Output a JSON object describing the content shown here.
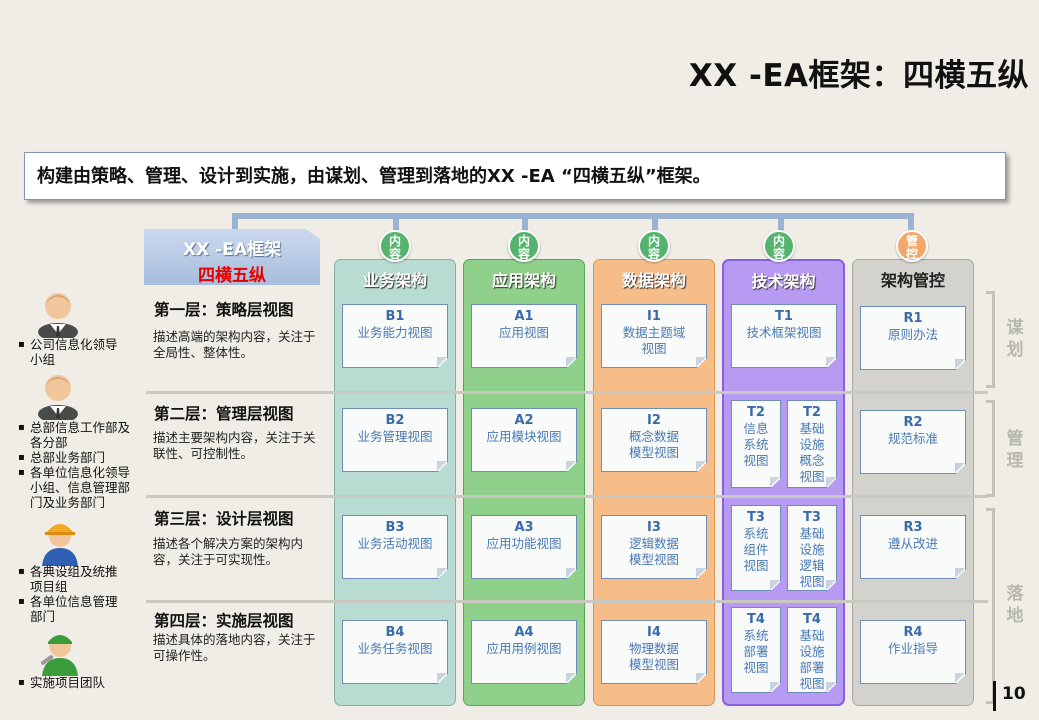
{
  "title": "XX -EA框架：四横五纵",
  "banner": "构建由策略、管理、设计到实施，由谋划、管理到落地的XX -EA “四横五纵”框架。",
  "header": {
    "line1": "XX -EA框架",
    "line2": "四横五纵"
  },
  "columns": [
    {
      "title": "业务架构",
      "badge": [
        "内",
        "容"
      ]
    },
    {
      "title": "应用架构",
      "badge": [
        "内",
        "容"
      ]
    },
    {
      "title": "数据架构",
      "badge": [
        "内",
        "容"
      ]
    },
    {
      "title": "技术架构",
      "badge": [
        "内",
        "容"
      ]
    },
    {
      "title": "架构管控",
      "badge": [
        "管",
        "控"
      ]
    }
  ],
  "layers": [
    {
      "title": "第一层：策略层视图",
      "desc": "描述高端的架构内容，关注于全局性、整体性。"
    },
    {
      "title": "第二层：管理层视图",
      "desc": "描述主要架构内容，关注于关联性、可控制性。"
    },
    {
      "title": "第三层：设计层视图",
      "desc": "描述各个解决方案的架构内容，关注于可实现性。"
    },
    {
      "title": "第四层：实施层视图",
      "desc": "描述具体的落地内容，关注于可操作性。"
    }
  ],
  "cells": {
    "B1": {
      "code": "B1",
      "name": [
        "业务能力视图"
      ]
    },
    "B2": {
      "code": "B2",
      "name": [
        "业务管理视图"
      ]
    },
    "B3": {
      "code": "B3",
      "name": [
        "业务活动视图"
      ]
    },
    "B4": {
      "code": "B4",
      "name": [
        "业务任务视图"
      ]
    },
    "A1": {
      "code": "A1",
      "name": [
        "应用视图"
      ]
    },
    "A2": {
      "code": "A2",
      "name": [
        "应用模块视图"
      ]
    },
    "A3": {
      "code": "A3",
      "name": [
        "应用功能视图"
      ]
    },
    "A4": {
      "code": "A4",
      "name": [
        "应用用例视图"
      ]
    },
    "I1": {
      "code": "I1",
      "name": [
        "数据主题域",
        "视图"
      ]
    },
    "I2": {
      "code": "I2",
      "name": [
        "概念数据",
        "模型视图"
      ]
    },
    "I3": {
      "code": "I3",
      "name": [
        "逻辑数据",
        "模型视图"
      ]
    },
    "I4": {
      "code": "I4",
      "name": [
        "物理数据",
        "模型视图"
      ]
    },
    "T1": {
      "code": "T1",
      "name": [
        "技术框架视图"
      ]
    },
    "T2a": {
      "code": "T2",
      "name": [
        "信息",
        "系统",
        "视图"
      ]
    },
    "T2b": {
      "code": "T2",
      "name": [
        "基础",
        "设施",
        "概念",
        "视图"
      ]
    },
    "T3a": {
      "code": "T3",
      "name": [
        "系统",
        "组件",
        "视图"
      ]
    },
    "T3b": {
      "code": "T3",
      "name": [
        "基础",
        "设施",
        "逻辑",
        "视图"
      ]
    },
    "T4a": {
      "code": "T4",
      "name": [
        "系统",
        "部署",
        "视图"
      ]
    },
    "T4b": {
      "code": "T4",
      "name": [
        "基础",
        "设施",
        "部署",
        "视图"
      ]
    },
    "R1": {
      "code": "R1",
      "name": [
        "原则办法"
      ]
    },
    "R2": {
      "code": "R2",
      "name": [
        "规范标准"
      ]
    },
    "R3": {
      "code": "R3",
      "name": [
        "遵从改进"
      ]
    },
    "R4": {
      "code": "R4",
      "name": [
        "作业指导"
      ]
    }
  },
  "roles": [
    {
      "items": [
        "公司信息化领导小组"
      ]
    },
    {
      "items": [
        "总部信息工作部及各分部",
        "总部业务部门",
        "各单位信息化领导小组、信息管理部门及业务部门"
      ]
    },
    {
      "items": [
        "各典设组及统推项目组",
        "各单位信息管理部门"
      ]
    },
    {
      "items": [
        "实施项目团队"
      ]
    }
  ],
  "phases": [
    {
      "chars": [
        "谋",
        "划"
      ]
    },
    {
      "chars": [
        "管",
        "理"
      ]
    },
    {
      "chars": [
        "落",
        "地"
      ]
    }
  ],
  "page_number": "10",
  "colors": {
    "business": "#b9dcd2",
    "application": "#8fd08a",
    "data": "#f6bd88",
    "technology": "#b79af2",
    "governance": "#d3d2cd",
    "badge_content": "#55b36e",
    "badge_control": "#f3a86b"
  }
}
